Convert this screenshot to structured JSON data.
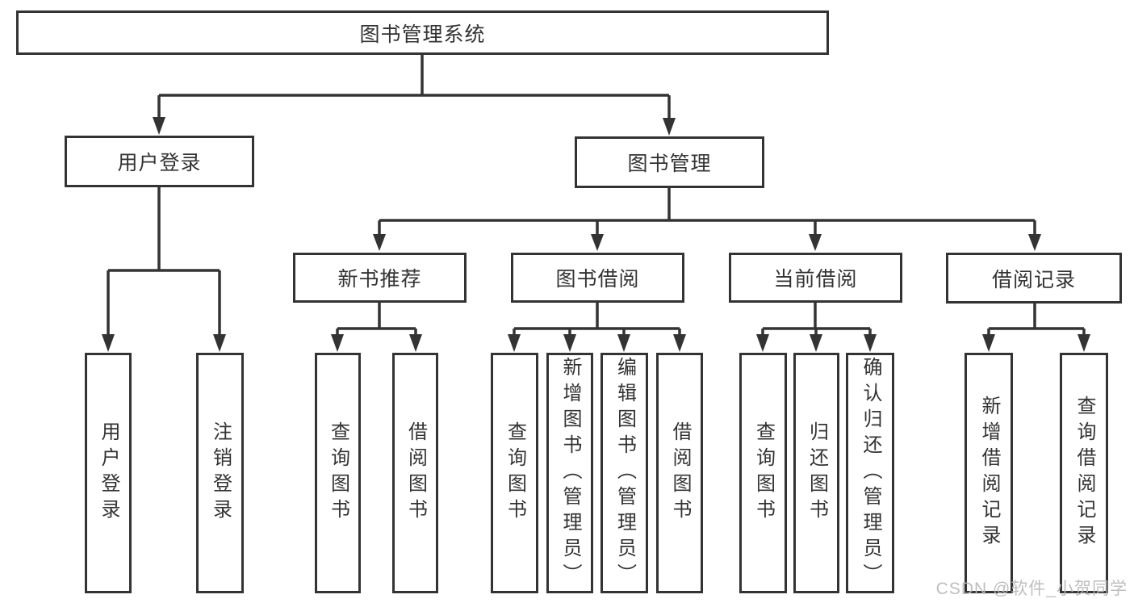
{
  "tree": {
    "root": "图书管理系统",
    "branches": [
      {
        "label": "用户登录",
        "children": [
          "用户登录",
          "注销登录"
        ]
      },
      {
        "label": "图书管理",
        "children": [
          {
            "label": "新书推荐",
            "children": [
              "查询图书",
              "借阅图书"
            ]
          },
          {
            "label": "图书借阅",
            "children": [
              "查询图书",
              "新增图书（管理员）",
              "编辑图书（管理员）",
              "借阅图书"
            ]
          },
          {
            "label": "当前借阅",
            "children": [
              "查询图书",
              "归还图书",
              "确认归还（管理员）"
            ]
          },
          {
            "label": "借阅记录",
            "children": [
              "新增借阅记录",
              "查询借阅记录"
            ]
          }
        ]
      }
    ]
  },
  "watermark": "CSDN @软件_小贺同学",
  "colors": {
    "line": "#333333",
    "text": "#333333",
    "background": "#ffffff",
    "watermark": "#b9b9b9"
  }
}
